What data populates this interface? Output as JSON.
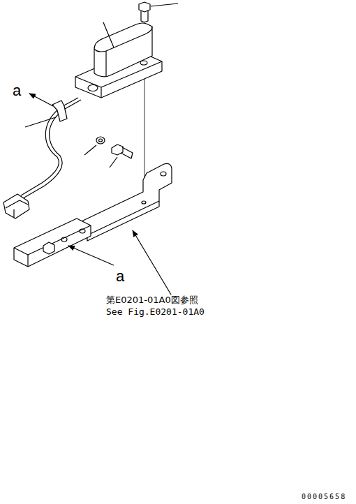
{
  "diagram": {
    "labels": [
      "a",
      "a",
      "第E0201-01A0図参照",
      "See Fig.E0201-01A0",
      "00005658"
    ]
  }
}
